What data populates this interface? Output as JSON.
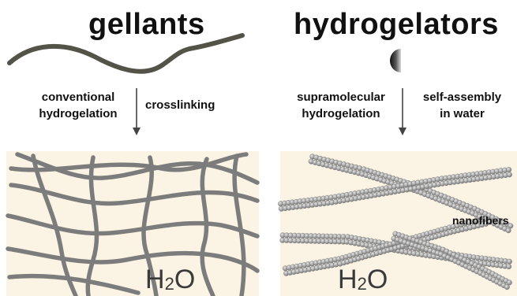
{
  "left_panel": {
    "title": "gellants",
    "step_left_line1": "conventional",
    "step_left_line2": "hydrogelation",
    "step_right": "crosslinking",
    "water": {
      "prefix": "H",
      "sub": "2",
      "suffix": "O"
    }
  },
  "right_panel": {
    "title": "hydrogelators",
    "step_left_line1": "supramolecular",
    "step_left_line2": "hydrogelation",
    "step_right_line1": "self-assembly",
    "step_right_line2": "in water",
    "fiber_label": "nanofibers",
    "water": {
      "prefix": "H",
      "sub": "2",
      "suffix": "O"
    }
  },
  "colors": {
    "gel_background": "#fbf3e4",
    "polymer_strand": "#535447",
    "network_strand": "#7c7c7c",
    "arrow": "#444444",
    "bead": "#9a9a9a"
  },
  "icons": {
    "molecule": "half-sphere-gradient-icon"
  }
}
